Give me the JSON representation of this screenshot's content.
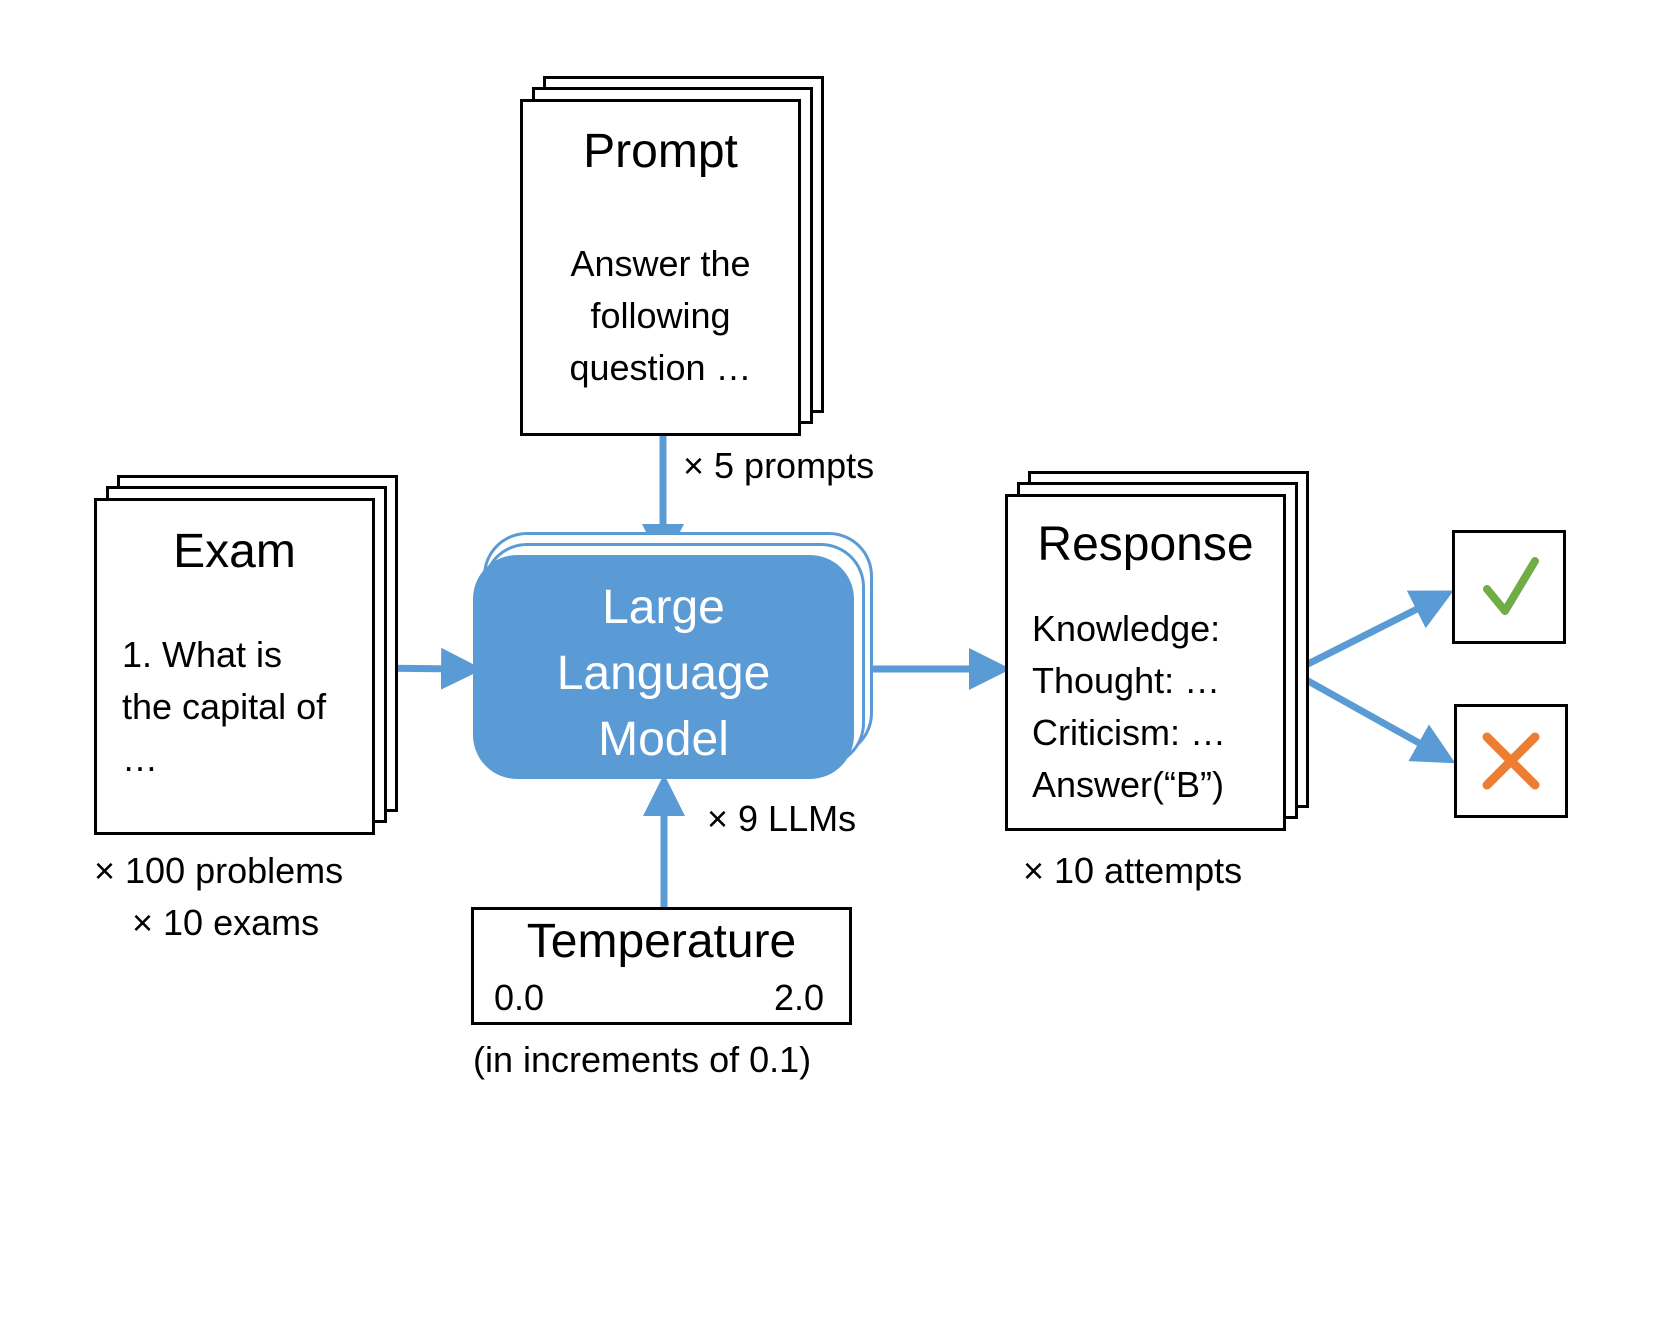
{
  "prompt": {
    "title": "Prompt",
    "text": "Answer the following question …",
    "count": "× 5 prompts"
  },
  "exam": {
    "title": "Exam",
    "text": "1. What is the capital of …",
    "count_problems": "× 100 problems",
    "count_exams": "× 10 exams"
  },
  "llm": {
    "line1": "Large",
    "line2": "Language",
    "line3": "Model",
    "count": "× 9 LLMs"
  },
  "temperature": {
    "title": "Temperature",
    "start": "0.0",
    "end": "2.0",
    "note": "(in increments of 0.1)"
  },
  "response": {
    "title": "Response",
    "lines": [
      "Knowledge:",
      "Thought: …",
      "Criticism: …",
      "Answer(“B”)"
    ],
    "count": "× 10 attempts"
  },
  "results": {
    "correct_icon": "check-mark-icon",
    "incorrect_icon": "x-mark-icon"
  },
  "colors": {
    "accent": "#5b9bd5",
    "check": "#70ad47",
    "cross": "#ed7d31"
  }
}
